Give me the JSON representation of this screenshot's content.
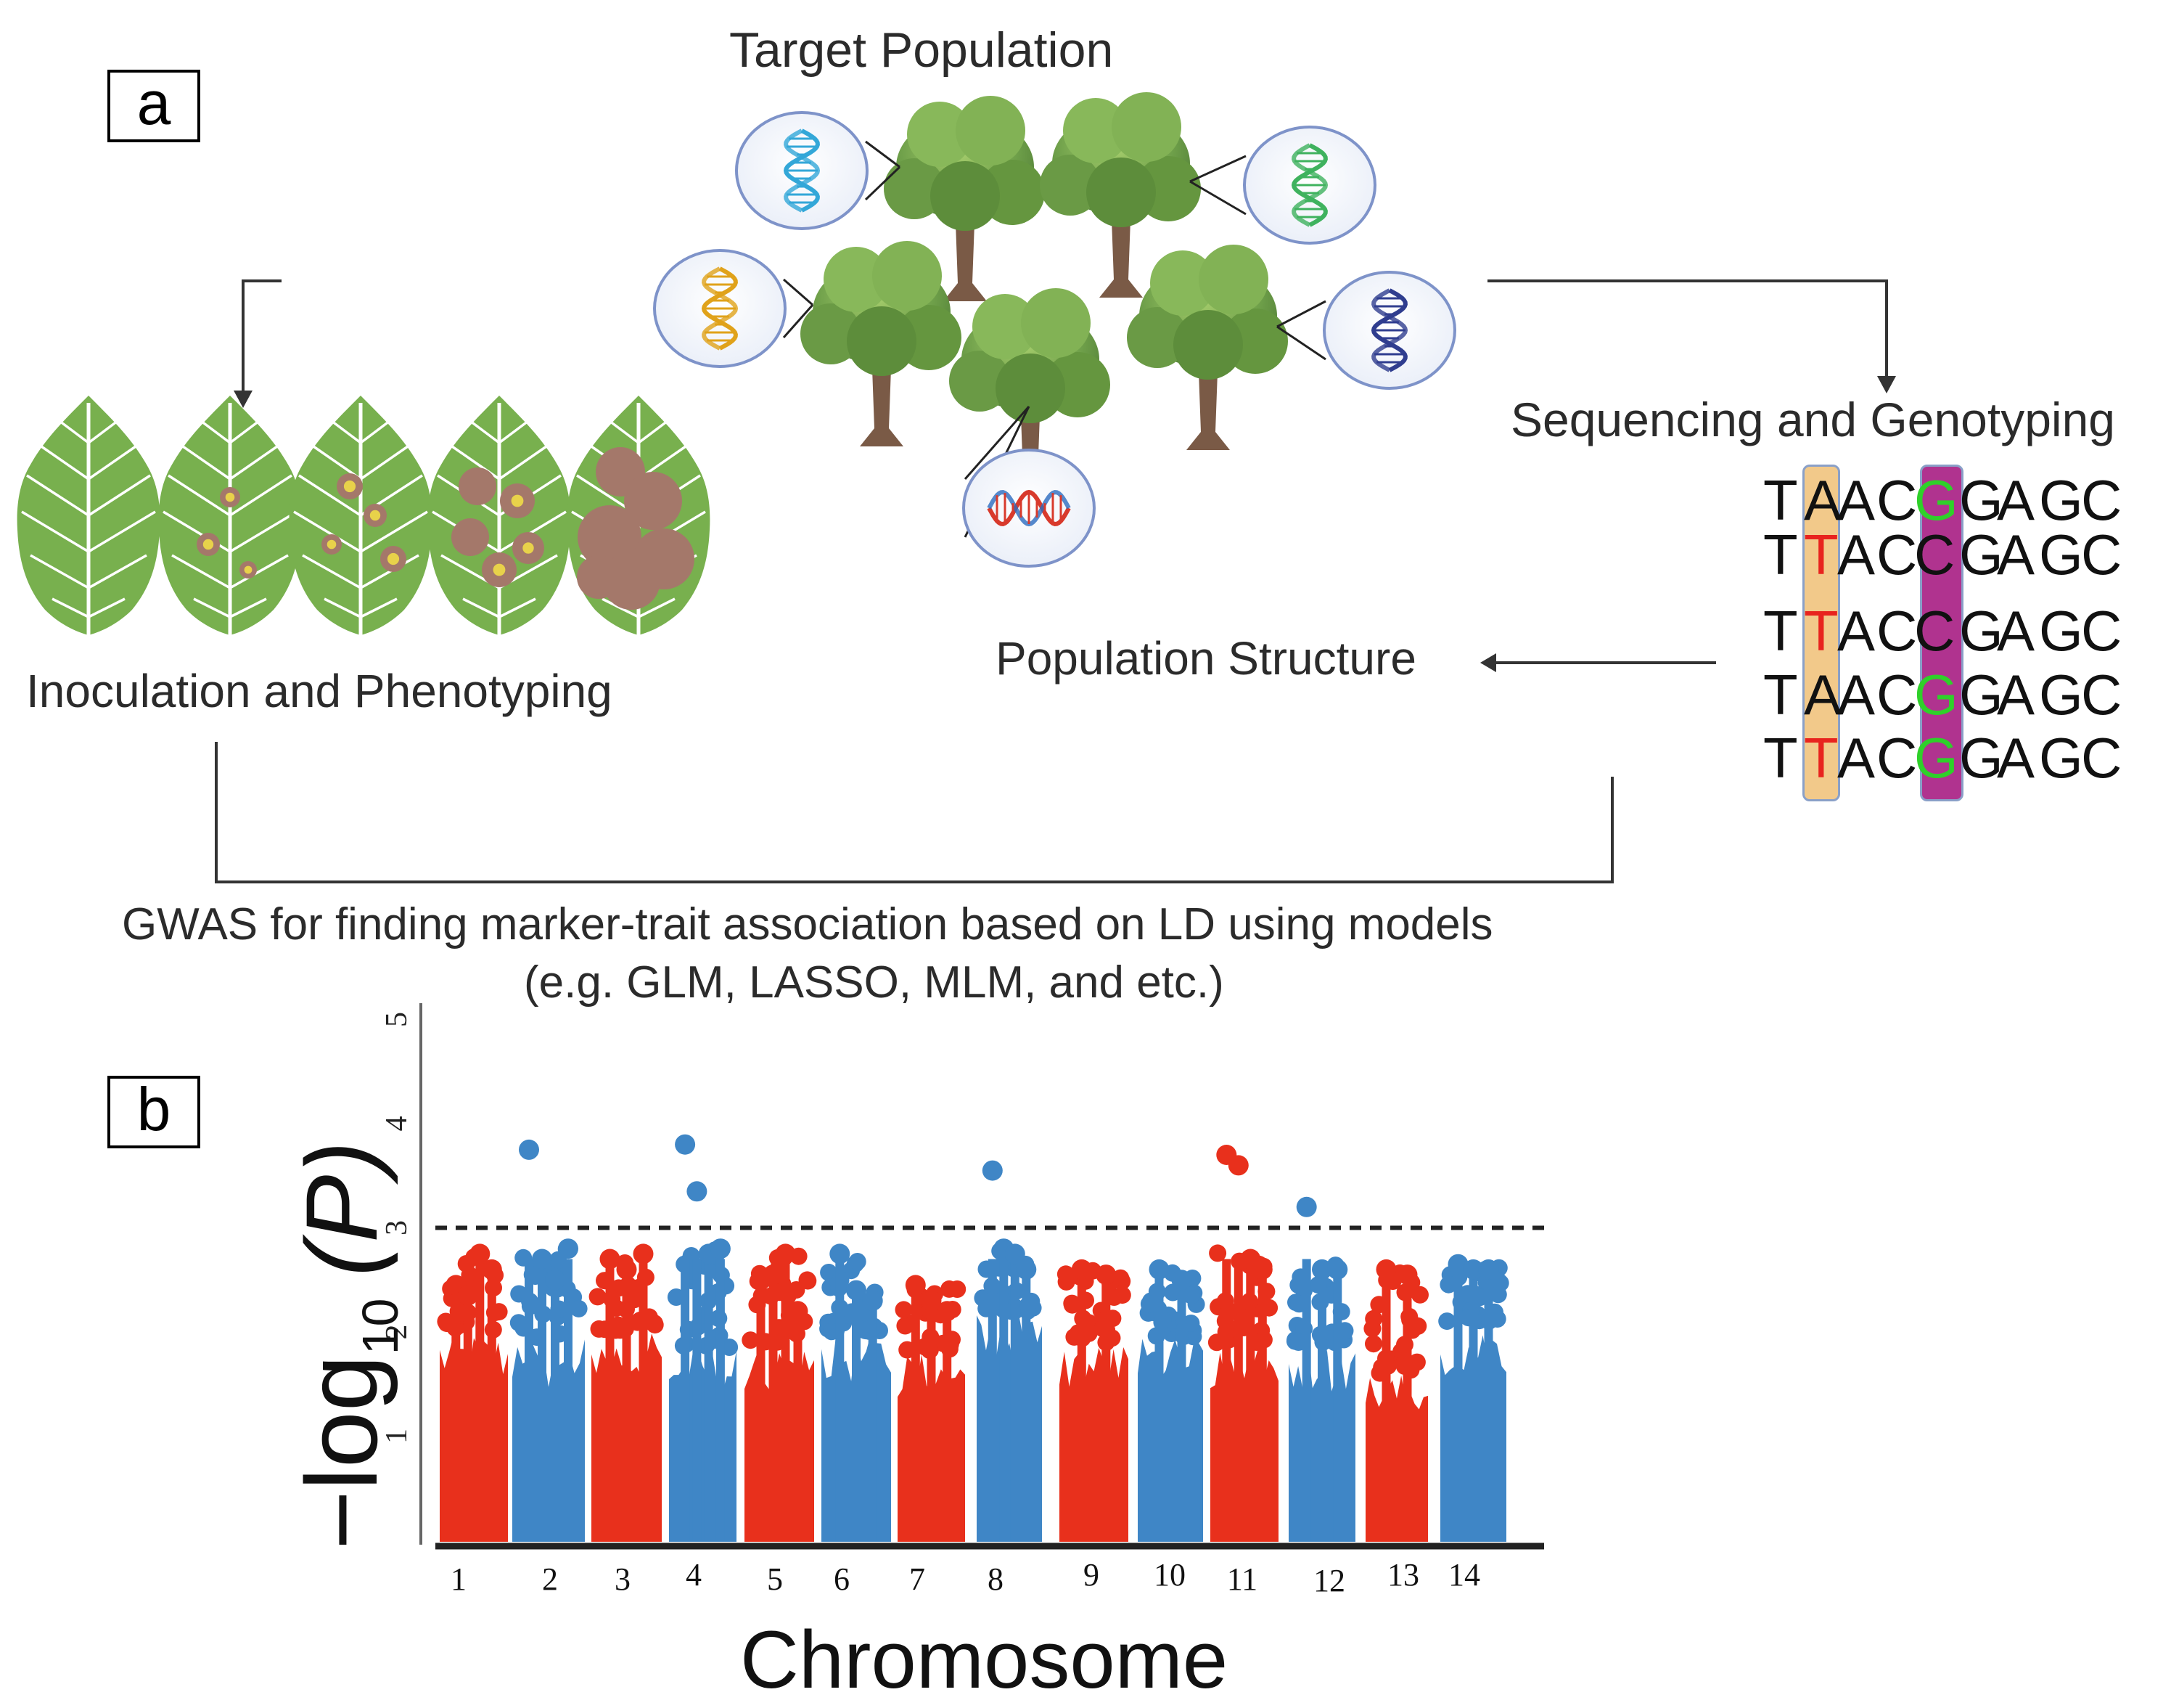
{
  "panel_a": {
    "label": "a",
    "target_population": "Target Population",
    "inoculation": "Inoculation and Phenotyping",
    "sequencing": "Sequencing and Genotyping",
    "population_structure": "Population Structure",
    "gwas_line1": "GWAS for finding marker-trait association based on LD using models",
    "gwas_line2": "(e.g. GLM, LASSO, MLM, and etc.)",
    "sequences": [
      "TAACGGAGC",
      "TTACCGAGC",
      "TTACCGAGC",
      "TAACGGAGC",
      "TTACGGAGC"
    ],
    "colors": {
      "tree": "#6fa04a",
      "leaf": "#78b04e",
      "lesion": "#a4786a",
      "spot": "#e8d24a",
      "col2_highlight": "#f2c98a",
      "col5_highlight": "#b0338f",
      "snp_red": "#e8231e",
      "snp_green": "#2fd02a"
    }
  },
  "panel_b": {
    "label": "b",
    "ylabel_prefix": "−log",
    "ylabel_sub": "10",
    "ylabel_suffix": "(P)",
    "xlabel": "Chromosome"
  },
  "chart_data": {
    "type": "scatter",
    "title": "",
    "xlabel": "Chromosome",
    "ylabel": "−log10 (P)",
    "ylim": [
      0,
      5
    ],
    "yticks": [
      1,
      2,
      3,
      4,
      5
    ],
    "threshold": 3.0,
    "categories": [
      "1",
      "2",
      "3",
      "4",
      "5",
      "6",
      "7",
      "8",
      "9",
      "10",
      "11",
      "12",
      "13",
      "14"
    ],
    "colors": {
      "odd_series": "#e8301c",
      "even_series": "#3f86c6",
      "threshold_line": "#222222"
    },
    "chromosomes": [
      {
        "label": "1",
        "color": "red",
        "body_max": 2.0,
        "peak": 2.75,
        "top_points": [
          2.45,
          2.35,
          2.75,
          2.6
        ]
      },
      {
        "label": "2",
        "color": "blue",
        "body_max": 1.95,
        "peak": 3.75,
        "top_points": [
          3.75,
          2.7,
          2.5,
          2.8
        ]
      },
      {
        "label": "3",
        "color": "red",
        "body_max": 2.0,
        "peak": 2.75,
        "top_points": [
          2.7,
          2.6,
          2.75
        ]
      },
      {
        "label": "4",
        "color": "blue",
        "body_max": 1.85,
        "peak": 3.8,
        "top_points": [
          3.8,
          3.35,
          2.75,
          2.8
        ]
      },
      {
        "label": "5",
        "color": "red",
        "body_max": 1.9,
        "peak": 2.75,
        "top_points": [
          2.5,
          2.55,
          2.75,
          2.2
        ]
      },
      {
        "label": "6",
        "color": "blue",
        "body_max": 2.0,
        "peak": 2.75,
        "top_points": [
          2.75,
          2.4,
          2.3
        ]
      },
      {
        "label": "7",
        "color": "red",
        "body_max": 1.8,
        "peak": 2.45,
        "top_points": [
          2.45,
          2.3,
          2.2
        ]
      },
      {
        "label": "8",
        "color": "blue",
        "body_max": 2.2,
        "peak": 3.55,
        "top_points": [
          3.55,
          2.8,
          2.75,
          2.6
        ]
      },
      {
        "label": "9",
        "color": "red",
        "body_max": 1.9,
        "peak": 2.6,
        "top_points": [
          2.6,
          2.55
        ]
      },
      {
        "label": "10",
        "color": "blue",
        "body_max": 1.95,
        "peak": 2.6,
        "top_points": [
          2.6,
          2.5
        ]
      },
      {
        "label": "11",
        "color": "red",
        "body_max": 1.9,
        "peak": 3.7,
        "top_points": [
          3.7,
          3.6,
          2.7,
          2.6
        ]
      },
      {
        "label": "12",
        "color": "blue",
        "body_max": 1.9,
        "peak": 3.2,
        "top_points": [
          3.2,
          2.6,
          2.6
        ]
      },
      {
        "label": "13",
        "color": "red",
        "body_max": 1.6,
        "peak": 2.6,
        "top_points": [
          2.6,
          2.55
        ]
      },
      {
        "label": "14",
        "color": "blue",
        "body_max": 2.1,
        "peak": 2.65,
        "top_points": [
          2.65,
          2.6,
          2.6
        ]
      }
    ]
  }
}
